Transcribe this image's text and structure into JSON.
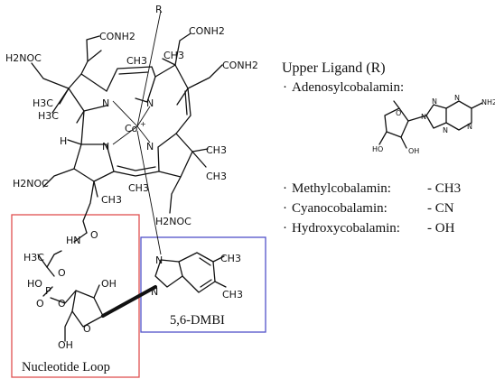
{
  "ligand_title": "Upper Ligand (R)",
  "ligand_entries": [
    {
      "bullet": "·",
      "name": "Adenosylcobalamin:",
      "group": ""
    },
    {
      "bullet": "·",
      "name": "Methylcobalamin:",
      "group": "- CH3"
    },
    {
      "bullet": "·",
      "name": "Cyanocobalamin:",
      "group": "- CN"
    },
    {
      "bullet": "·",
      "name": "Hydroxycobalamin:",
      "group": "- OH"
    }
  ],
  "boxes": {
    "nucleotide_loop": {
      "label": "Nucleotide Loop",
      "color": "#e05050"
    },
    "dmbi": {
      "label": "5,6-DMBI",
      "color": "#5050c8"
    }
  },
  "atom_labels": {
    "r": "R",
    "conh2": "CONH2",
    "h2noc": "H2NOC",
    "ch3": "CH3",
    "h3c": "H3C",
    "n": "N",
    "co": "Co",
    "co_charge": "+",
    "h": "H",
    "hn": "HN",
    "o": "O",
    "ho": "HO",
    "p": "P",
    "oh": "OH",
    "nh2": "NH2"
  }
}
